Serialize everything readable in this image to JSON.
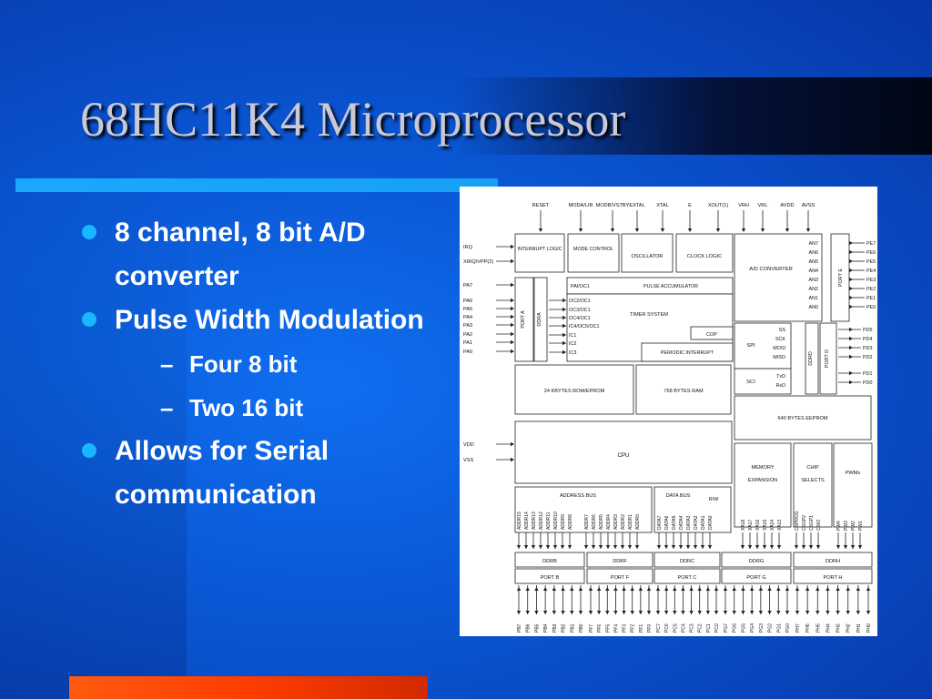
{
  "slide": {
    "title": "68HC11K4 Microprocessor",
    "bullets": [
      {
        "text": "8 channel, 8 bit A/D converter",
        "sub": []
      },
      {
        "text": "Pulse Width Modulation",
        "sub": [
          "Four 8 bit",
          "Two 16 bit"
        ]
      },
      {
        "text": "Allows for Serial communication",
        "sub": []
      }
    ],
    "sub_marker": "–"
  },
  "diagram": {
    "top_pins": [
      "RESET",
      "MODA/LIR",
      "MODB/VSTBY",
      "EXTAL",
      "XTAL",
      "E",
      "XOUT(1)",
      "VRH",
      "VRL",
      "AVDD",
      "AVSS"
    ],
    "left_pins": [
      "IRQ",
      "XIRQ/VPP(2)",
      "PA7",
      "PA6",
      "PA5",
      "PA4",
      "PA3",
      "PA2",
      "PA1",
      "PA0",
      "VDD",
      "VSS"
    ],
    "blocks": {
      "interrupt": "INTERRUPT LOGIC",
      "mode": "MODE CONTROL",
      "oscillator": "OSCILLATOR",
      "clock": "CLOCK LOGIC",
      "adc": "A/D CONVERTER",
      "pulse": "PULSE ACCUMULATOR",
      "pai": "PAI/OC1",
      "timer": "TIMER SYSTEM",
      "cop": "COP",
      "periodic": "PERIODIC INTERRUPT",
      "port_a": "PORT A",
      "ddra": "DDRA",
      "port_e": "PORT E",
      "port_d": "PORT D",
      "ddrd": "DDRD",
      "spi": "SPI",
      "sci": "SCI",
      "rom": "24 KBYTES ROM/EPROM",
      "ram": "768 BYTES RAM",
      "eeprom": "640 BYTES EEPROM",
      "cpu": "CPU",
      "memory": "MEMORY EXPANSION",
      "chip": "CHIP SELECTS",
      "pwm": "PWMs",
      "address_bus": "ADDRESS BUS",
      "data_bus": "DATA BUS",
      "rw": "R/W"
    },
    "timer_lines": [
      "OC2/OC1",
      "OC3/OC1",
      "OC4/OC1",
      "IC4/OC5/OC1",
      "IC1",
      "IC2",
      "IC3"
    ],
    "an_lines": [
      "AN7",
      "AN6",
      "AN5",
      "AN4",
      "AN3",
      "AN2",
      "AN1",
      "AN0"
    ],
    "pe_pins": [
      "PE7",
      "PE6",
      "PE5",
      "PE4",
      "PE3",
      "PE2",
      "PE1",
      "PE0"
    ],
    "spi_lines": [
      "SS",
      "SCK",
      "MOSI",
      "MISO"
    ],
    "sci_lines": [
      "TxD",
      "RxD"
    ],
    "pd_pins": [
      "PD5",
      "PD4",
      "PD3",
      "PD2",
      "PD1",
      "PD0"
    ],
    "addr_high": [
      "ADDR15",
      "ADDR14",
      "ADDR13",
      "ADDR12",
      "ADDR11",
      "ADDR10",
      "ADDR9",
      "ADDR8"
    ],
    "addr_low": [
      "ADDR7",
      "ADDR6",
      "ADDR5",
      "ADDR4",
      "ADDR3",
      "ADDR2",
      "ADDR1",
      "ADDR0"
    ],
    "data_lines": [
      "DATA7",
      "DATA6",
      "DATA5",
      "DATA4",
      "DATA3",
      "DATA2",
      "DATA1",
      "DATA0"
    ],
    "xa_lines": [
      "XA18",
      "XA17",
      "XA16",
      "XA15",
      "XA14",
      "XA13"
    ],
    "cs_lines": [
      "CSPROG",
      "CSGP2",
      "CSGP1",
      "CSIO"
    ],
    "pw_lines": [
      "PW4",
      "PW3",
      "PW2",
      "PW1"
    ],
    "ports": [
      {
        "ddr": "DDRB",
        "port": "PORT B",
        "pins": [
          "PB7",
          "PB6",
          "PB5",
          "PB4",
          "PB3",
          "PB2",
          "PB1",
          "PB0"
        ]
      },
      {
        "ddr": "DDRF",
        "port": "PORT F",
        "pins": [
          "PF7",
          "PF6",
          "PF5",
          "PF4",
          "PF3",
          "PF2",
          "PF1",
          "PF0"
        ]
      },
      {
        "ddr": "DDRC",
        "port": "PORT C",
        "pins": [
          "PC7",
          "PC6",
          "PC5",
          "PC4",
          "PC3",
          "PC2",
          "PC1",
          "PC0"
        ]
      },
      {
        "ddr": "DDRG",
        "port": "PORT G",
        "pins": [
          "PG7",
          "PG6",
          "PG5",
          "PG4",
          "PG3",
          "PG2",
          "PG1",
          "PG0"
        ]
      },
      {
        "ddr": "DDRH",
        "port": "PORT H",
        "pins": [
          "PH7",
          "PH6",
          "PH5",
          "PH4",
          "PH3",
          "PH2",
          "PH1",
          "PH0"
        ]
      }
    ]
  }
}
